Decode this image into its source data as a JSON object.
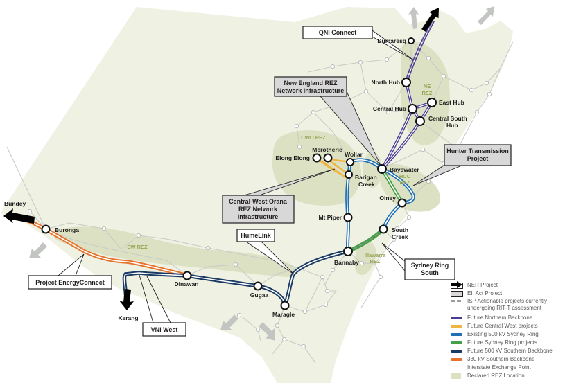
{
  "map": {
    "callouts": {
      "qni_connect": "QNI Connect",
      "new_england": [
        "New England REZ",
        "Network Infrastructure"
      ],
      "hunter": [
        "Hunter Transmission",
        "Project"
      ],
      "central_west_orana": [
        "Central-West Orana",
        "REZ Network",
        "Infrastructure"
      ],
      "humelink": "HumeLink",
      "sydney_ring_south": [
        "Sydney Ring",
        "South"
      ],
      "project_energyconnect": "Project EnergyConnect",
      "vni_west": "VNI West"
    },
    "nodes": {
      "dumaresq": "Dumaresq",
      "north_hub": "North Hub",
      "central_hub": "Central Hub",
      "east_hub": "East Hub",
      "central_south_hub": [
        "Central South",
        "Hub"
      ],
      "merotherie": "Merotherie",
      "elong_elong": "Elong Elong",
      "wollar": "Wollar",
      "bayswater": "Bayswater",
      "barigan_creek": [
        "Barigan",
        "Creek"
      ],
      "olney": "Olney",
      "mt_piper": "Mt Piper",
      "south_creek": [
        "South",
        "Creek"
      ],
      "bannaby": "Bannaby",
      "buronga": "Buronga",
      "dinawan": "Dinawan",
      "gugaa": "Gugaa",
      "maragle": "Maragle",
      "bundey": "Bundey",
      "kerang": "Kerang"
    },
    "rez_labels": {
      "ne": [
        "NE",
        "REZ"
      ],
      "cwo": "CWO REZ",
      "hcc": [
        "HCC",
        "REZ"
      ],
      "sw": "SW REZ",
      "illawarra": [
        "Illawarra",
        "REZ"
      ]
    }
  },
  "legend": {
    "items": [
      {
        "label": "NER Project",
        "type": "box-white"
      },
      {
        "label": "EII Act Project",
        "type": "box-gray",
        "color": "#d8d8d8"
      },
      {
        "lines": [
          "ISP Actionable projects currently",
          "undergoing RIT-T assessment"
        ],
        "type": "dash",
        "color": "#9a9c9e"
      },
      {
        "label": "Future Northern Backbone",
        "type": "line",
        "color": "#4a3d96"
      },
      {
        "label": "Future Central West projects",
        "type": "line",
        "color": "#f0b441"
      },
      {
        "label": "Existing 500 kV Sydney Ring",
        "type": "line",
        "color": "#1e6fb5"
      },
      {
        "label": "Future Sydney Ring projects",
        "type": "line",
        "color": "#43a047"
      },
      {
        "label": "Future 500 kV Southern Backbone",
        "type": "line",
        "color": "#1a3a63"
      },
      {
        "label": "330 kV Southern Backbone",
        "type": "line",
        "color": "#e5722d"
      },
      {
        "label": "Interstate Exchange Point",
        "type": "arrow",
        "color": "#000000"
      },
      {
        "label": "Declared REZ Location",
        "type": "box-rez",
        "color": "#dbe1c2"
      }
    ]
  },
  "colors": {
    "land_fill": "#eff1e3",
    "rez_fill": "#dbe1c2",
    "network_gray": "#c8ccc6",
    "northern_backbone_purple": "#4a3d96",
    "central_west_yellow": "#f0b441",
    "sydney_ring_blue": "#1e6fb5",
    "sydney_ring_green": "#43a047",
    "southern_backbone_navy": "#1a3a63",
    "southern_backbone_orange": "#e5722d",
    "rit_t_dash_gray": "#9a9c9e",
    "callout_gray_fill": "#d8d8d8",
    "legend_text": "#58595b"
  }
}
